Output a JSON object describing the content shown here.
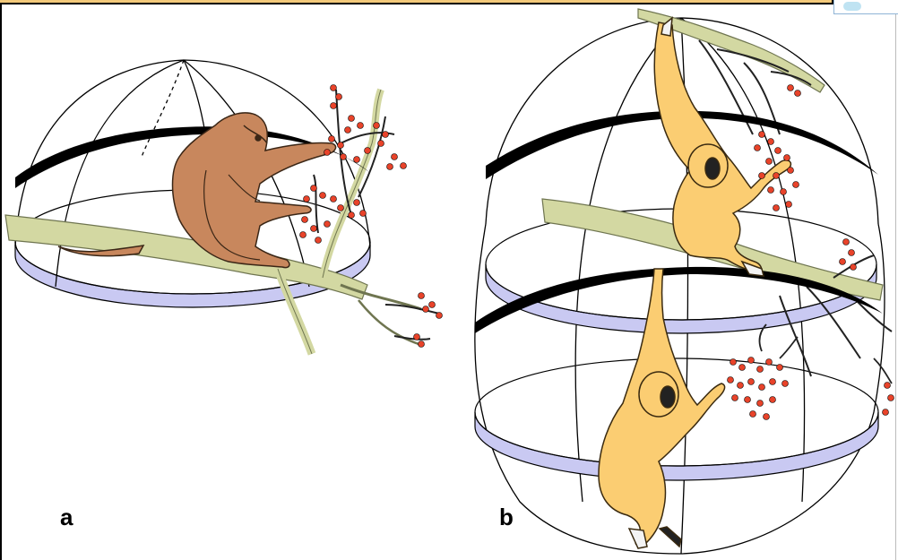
{
  "figure": {
    "panel_a": {
      "label": "a"
    },
    "panel_b": {
      "label": "b"
    }
  },
  "colors": {
    "branch": "#d3d8a2",
    "branch_outline": "#6f7550",
    "macaque_fur": "#c8875d",
    "gibbon_fur": "#fbcd72",
    "fruit": "#e8432a",
    "ring_lavender": "#c9c9f2",
    "wire": "#000000",
    "top_strip": "#f3c97a"
  },
  "icons": {
    "macaque": "macaque-figure",
    "gibbon_upper": "gibbon-figure",
    "gibbon_lower": "gibbon-figure"
  }
}
